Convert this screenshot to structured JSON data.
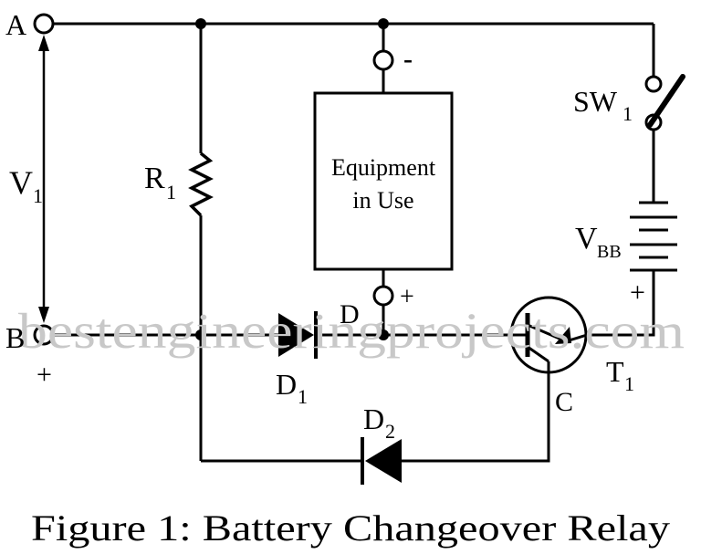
{
  "labels": {
    "node_a": "A",
    "node_b": "B",
    "plus_b": "+",
    "v1_main": "V",
    "v1_sub": "1",
    "r1_main": "R",
    "r1_sub": "1",
    "equip_line1": "Equipment",
    "equip_line2": "in Use",
    "minus_top": "-",
    "plus_bottom": "+",
    "node_d": "D",
    "d1_main": "D",
    "d1_sub": "1",
    "d2_main": "D",
    "d2_sub": "2",
    "sw1_main": "SW",
    "sw1_sub": "1",
    "vbb_main": "V",
    "vbb_sub": "BB",
    "vbb_plus": "+",
    "t1_main": "T",
    "t1_sub": "1",
    "node_c": "C"
  },
  "watermark": "bestengineeringprojects.com",
  "caption": "Figure 1: Battery Changeover Relay"
}
